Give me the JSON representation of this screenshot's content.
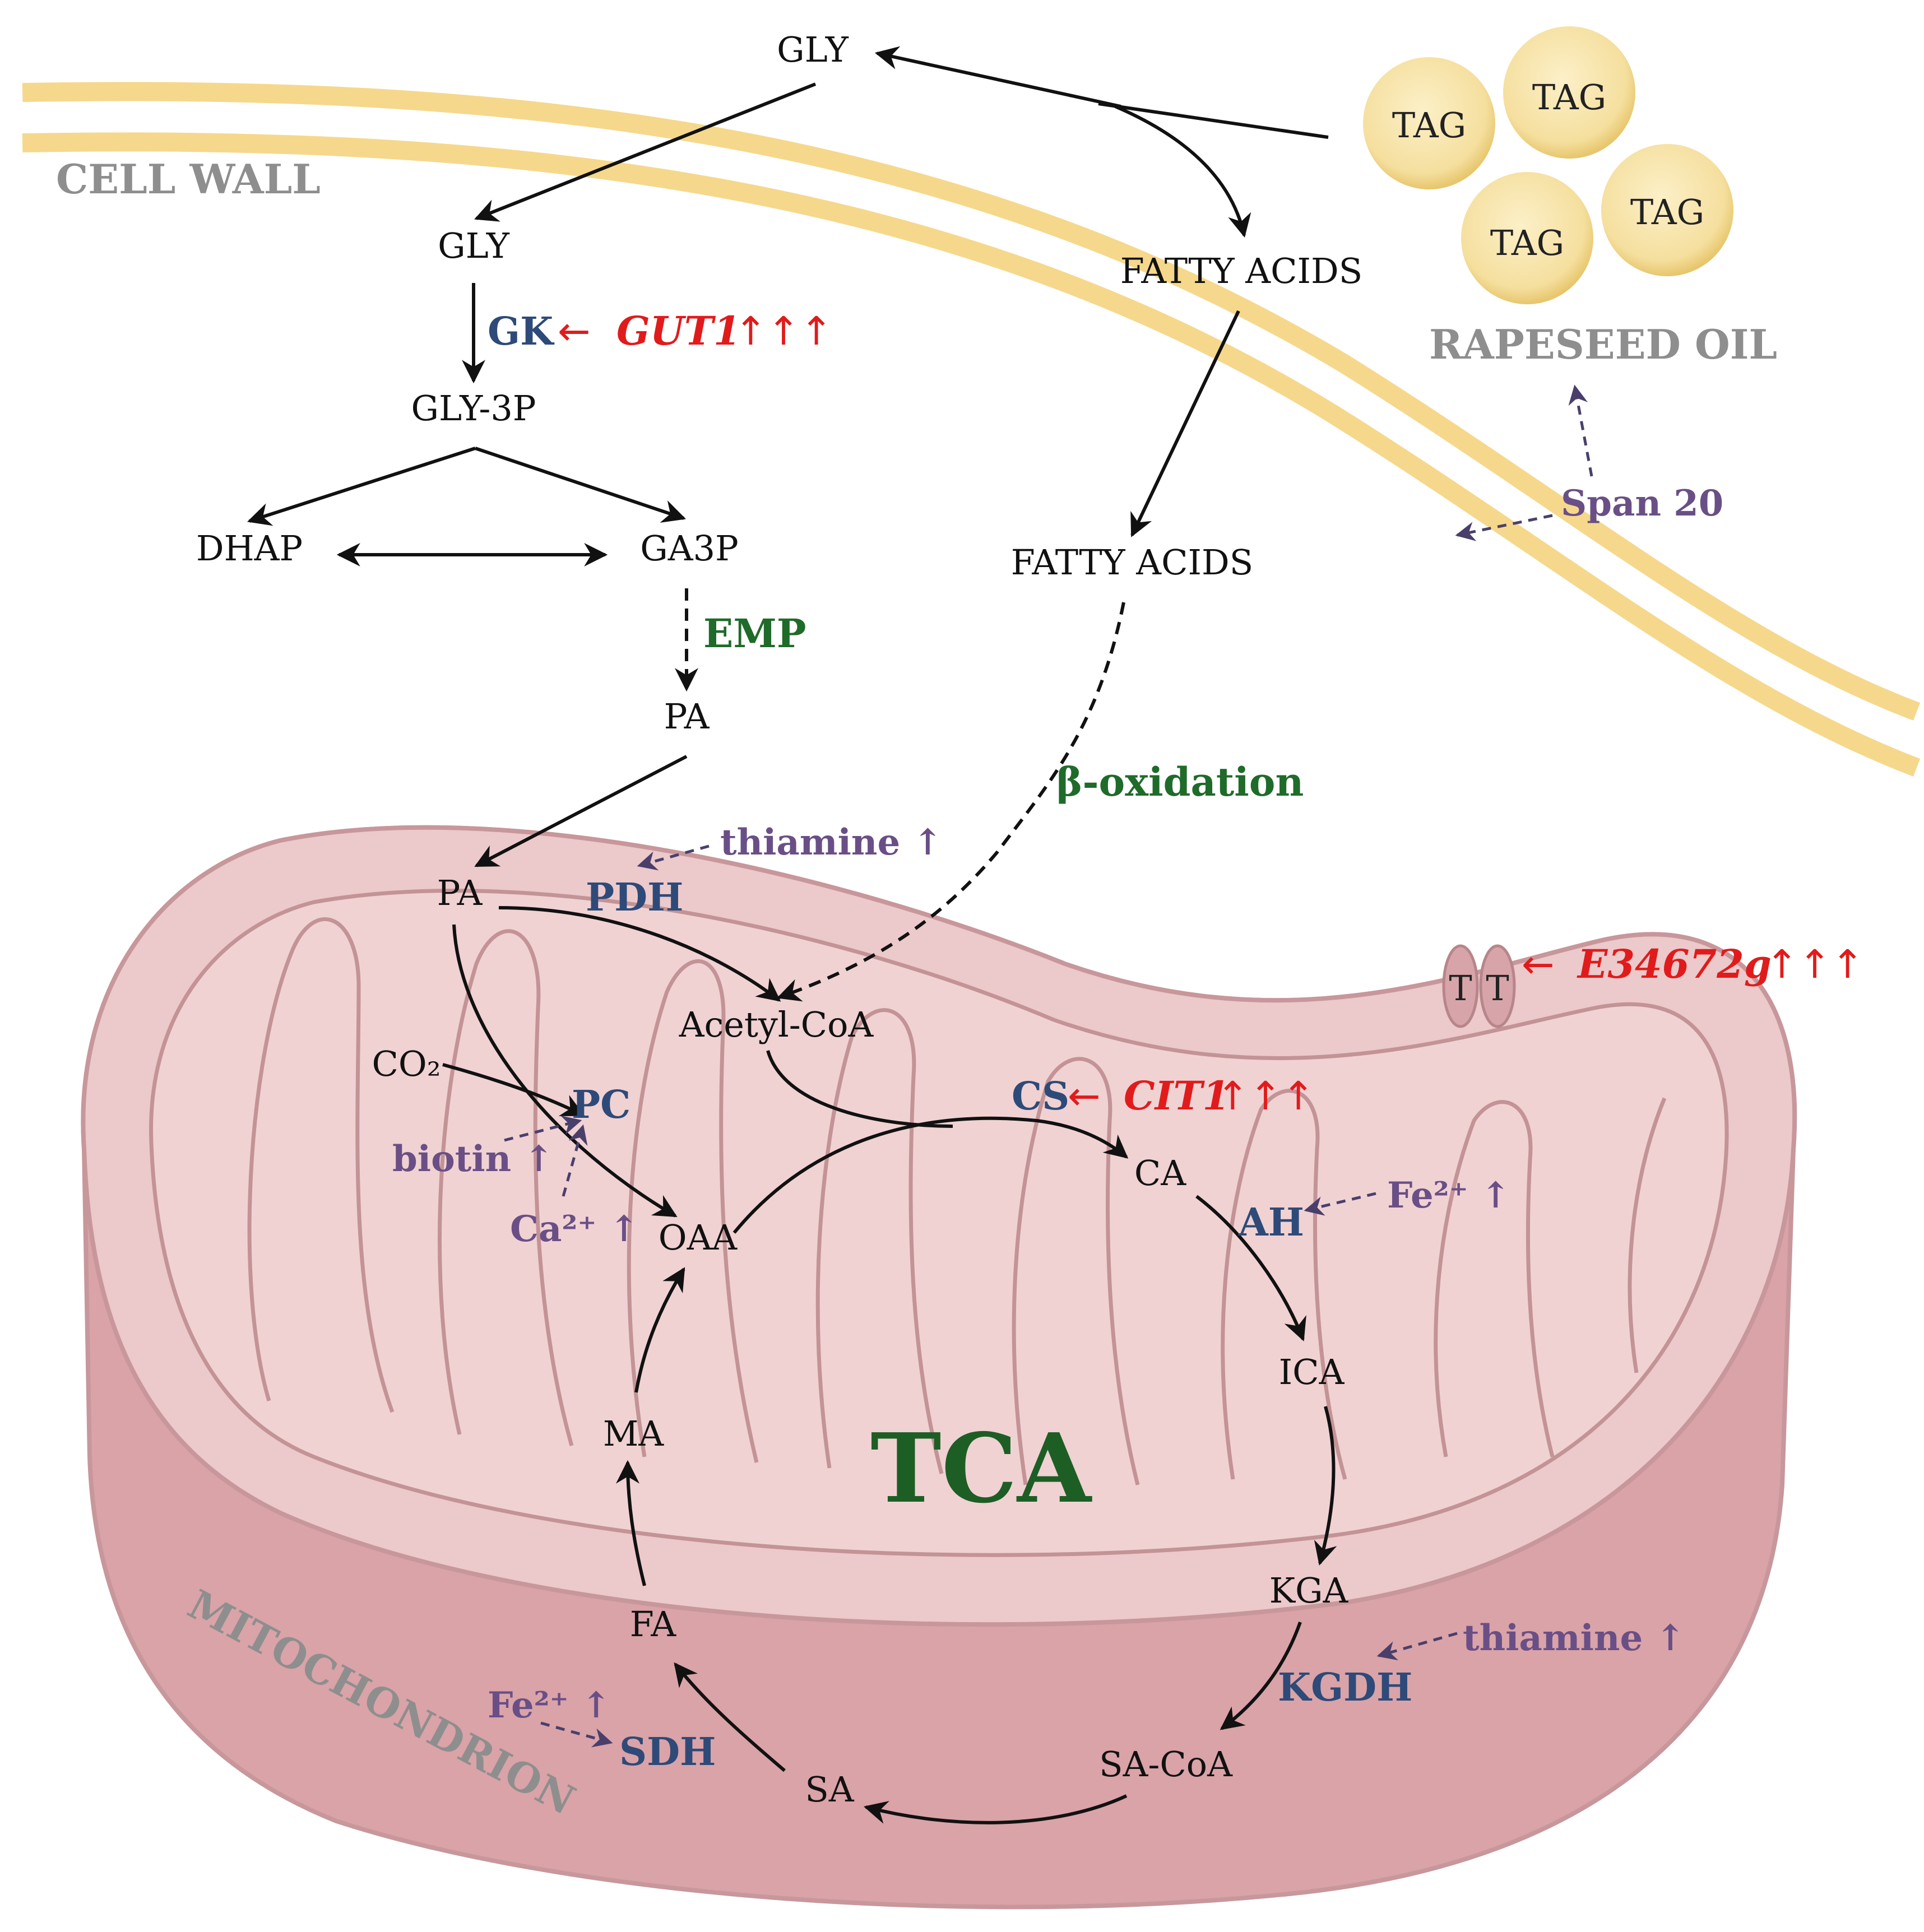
{
  "structures": {
    "cell_wall": "CELL WALL",
    "mitochondrion": "MITOCHONDRION",
    "rapeseed_oil": "RAPESEED OIL",
    "tca": "TCA"
  },
  "tag_droplets": [
    "TAG",
    "TAG",
    "TAG",
    "TAG"
  ],
  "transporter": [
    "T",
    "T"
  ],
  "metabolites": {
    "gly_out": "GLY",
    "gly_in": "GLY",
    "gly3p": "GLY-3P",
    "dhap": "DHAP",
    "ga3p": "GA3P",
    "pa_cyto": "PA",
    "pa_mito": "PA",
    "fatty_acids_out": "FATTY ACIDS",
    "fatty_acids_in": "FATTY ACIDS",
    "acetyl_coa": "Acetyl-CoA",
    "co2": "CO₂",
    "oaa": "OAA",
    "ca": "CA",
    "ica": "ICA",
    "kga": "KGA",
    "sa_coa": "SA-CoA",
    "sa": "SA",
    "fa": "FA",
    "ma": "MA"
  },
  "enzymes": {
    "gk": "GK",
    "pdh": "PDH",
    "pc": "PC",
    "cs": "CS",
    "ah": "AH",
    "kgdh": "KGDH",
    "sdh": "SDH"
  },
  "genes": {
    "gut1": "GUT1",
    "cit1": "CIT1",
    "e34672g": "E34672g",
    "up_marks": "↑↑↑",
    "arrow": "←"
  },
  "processes": {
    "emp": "EMP",
    "beta_oxidation": "β-oxidation"
  },
  "cofactors": {
    "thiamine_pdh": "thiamine ↑",
    "biotin": "biotin ↑",
    "ca2": "Ca²⁺ ↑",
    "fe2_ah": "Fe²⁺ ↑",
    "thiamine_kgdh": "thiamine ↑",
    "fe2_sdh": "Fe²⁺ ↑",
    "span20": "Span 20"
  },
  "colors": {
    "enzyme": "#2e4a78",
    "gene": "#e11b1b",
    "cofactor": "#6a4f86",
    "process": "#1f6b2a",
    "membrane": "#f6d88c",
    "mitochondrion": "#e9c4c4",
    "tag": "#f5df9e"
  }
}
